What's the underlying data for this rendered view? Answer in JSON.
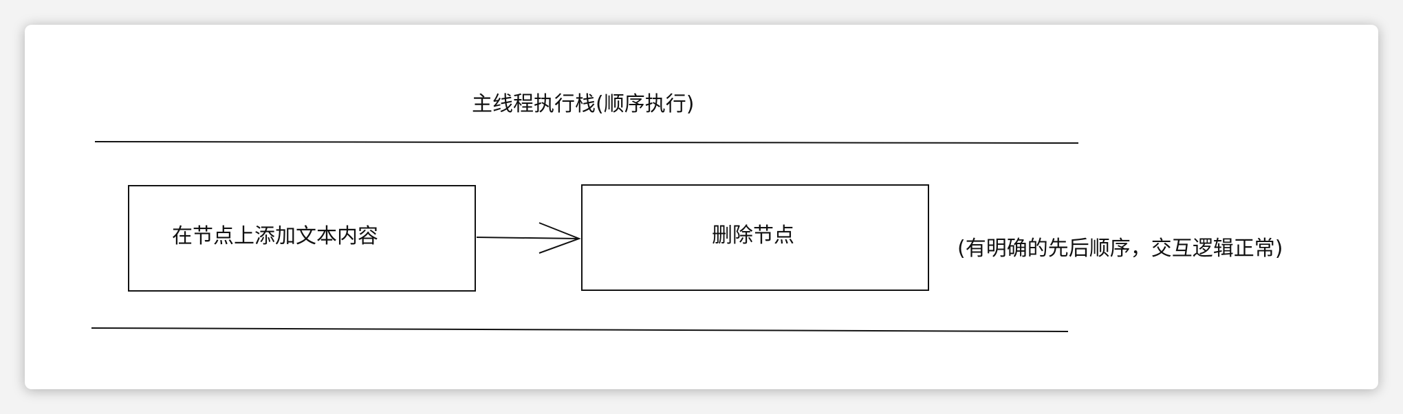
{
  "diagram": {
    "title": "主线程执行栈(顺序执行)",
    "nodes": [
      {
        "id": "step1",
        "label": "在节点上添加文本内容"
      },
      {
        "id": "step2",
        "label": "删除节点"
      }
    ],
    "edges": [
      {
        "from": "step1",
        "to": "step2"
      }
    ],
    "note": "(有明确的先后顺序，交互逻辑正常)"
  }
}
